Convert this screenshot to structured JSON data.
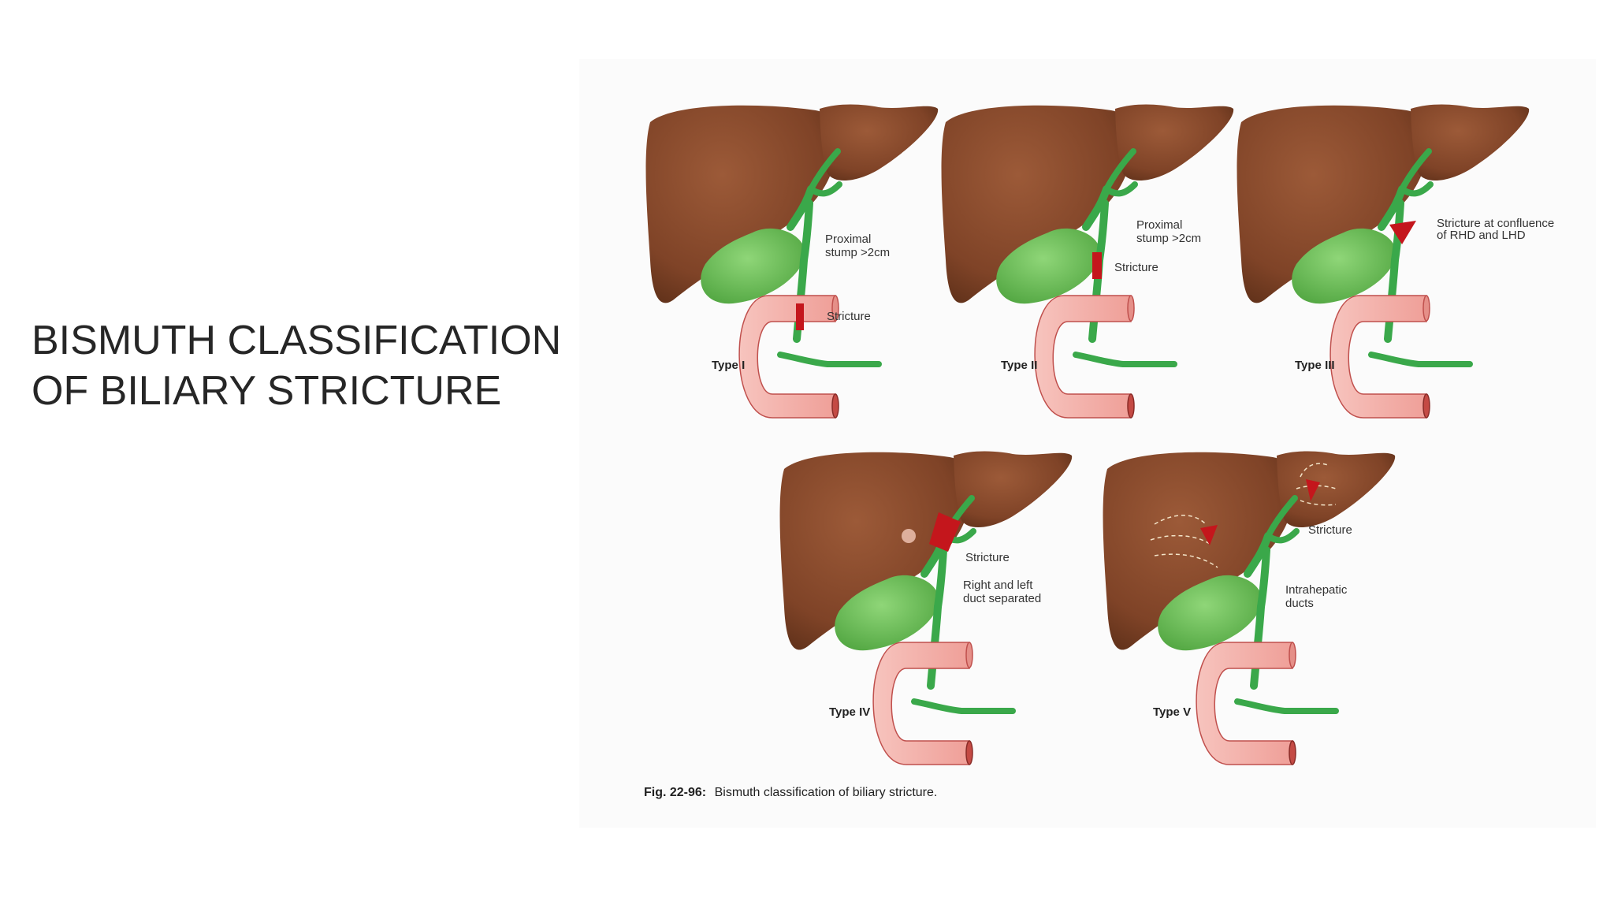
{
  "slide": {
    "title_lines": [
      "BISMUTH CLASSIFICATION",
      "OF BILIARY STRICTURE"
    ]
  },
  "figure": {
    "caption_label": "Fig. 22-96:",
    "caption_text": "Bismuth classification of biliary stricture.",
    "panels": [
      {
        "type_label": "Type I",
        "annotations": [
          "Proximal",
          "stump >2cm",
          "Stricture"
        ]
      },
      {
        "type_label": "Type II",
        "annotations": [
          "Proximal",
          "stump >2cm",
          "Stricture"
        ]
      },
      {
        "type_label": "Type III",
        "annotations": [
          "Stricture at confluence",
          "of RHD and LHD"
        ]
      },
      {
        "type_label": "Type IV",
        "annotations": [
          "Stricture",
          "Right and left",
          "duct separated"
        ]
      },
      {
        "type_label": "Type V",
        "annotations": [
          "Stricture",
          "Intrahepatic",
          "ducts"
        ]
      }
    ]
  },
  "colors": {
    "liver": "#8b4a2b",
    "liver_dark": "#6e3a22",
    "gallbladder": "#6fc35a",
    "bile_duct": "#3aa84a",
    "duodenum": "#f4b3ad",
    "duodenum_edge": "#c0504d",
    "stricture": "#c4161c"
  }
}
